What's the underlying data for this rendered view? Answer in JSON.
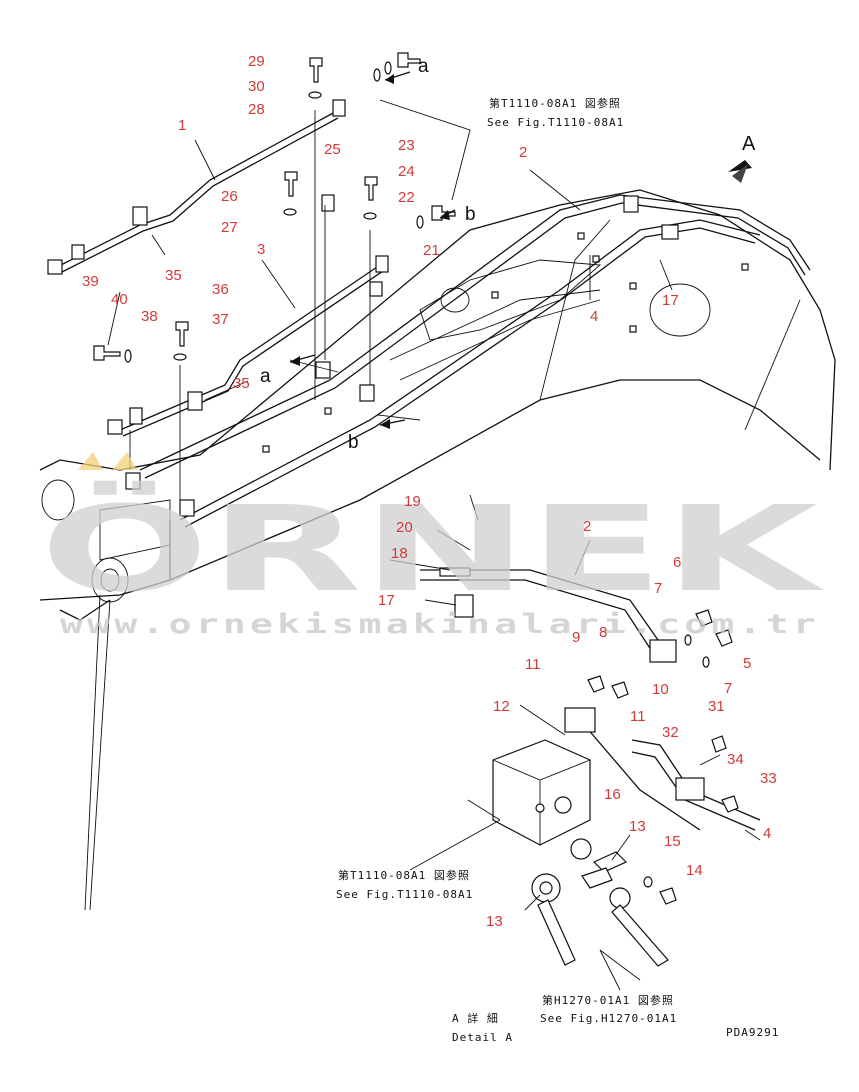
{
  "watermark": {
    "brand": "ÖRNEK",
    "url": "www.ornekismakinalari.com.tr"
  },
  "callouts": [
    {
      "id": "c29",
      "text": "29"
    },
    {
      "id": "c30",
      "text": "30"
    },
    {
      "id": "c28",
      "text": "28"
    },
    {
      "id": "c1",
      "text": "1"
    },
    {
      "id": "c25",
      "text": "25"
    },
    {
      "id": "c23",
      "text": "23"
    },
    {
      "id": "c24",
      "text": "24"
    },
    {
      "id": "c26",
      "text": "26"
    },
    {
      "id": "c22",
      "text": "22"
    },
    {
      "id": "c27",
      "text": "27"
    },
    {
      "id": "c21",
      "text": "21"
    },
    {
      "id": "c3",
      "text": "3"
    },
    {
      "id": "c35a",
      "text": "35"
    },
    {
      "id": "c39",
      "text": "39"
    },
    {
      "id": "c40",
      "text": "40"
    },
    {
      "id": "c38",
      "text": "38"
    },
    {
      "id": "c36",
      "text": "36"
    },
    {
      "id": "c37",
      "text": "37"
    },
    {
      "id": "c35b",
      "text": "35"
    },
    {
      "id": "c2a",
      "text": "2"
    },
    {
      "id": "c4a",
      "text": "4"
    },
    {
      "id": "c17a",
      "text": "17"
    },
    {
      "id": "c19",
      "text": "19"
    },
    {
      "id": "c20",
      "text": "20"
    },
    {
      "id": "c18",
      "text": "18"
    },
    {
      "id": "c17b",
      "text": "17"
    },
    {
      "id": "c2b",
      "text": "2"
    },
    {
      "id": "c6",
      "text": "6"
    },
    {
      "id": "c7a",
      "text": "7"
    },
    {
      "id": "c8",
      "text": "8"
    },
    {
      "id": "c9",
      "text": "9"
    },
    {
      "id": "c5",
      "text": "5"
    },
    {
      "id": "c7b",
      "text": "7"
    },
    {
      "id": "c11a",
      "text": "11"
    },
    {
      "id": "c10",
      "text": "10"
    },
    {
      "id": "c12",
      "text": "12"
    },
    {
      "id": "c11b",
      "text": "11"
    },
    {
      "id": "c31",
      "text": "31"
    },
    {
      "id": "c32",
      "text": "32"
    },
    {
      "id": "c34",
      "text": "34"
    },
    {
      "id": "c33",
      "text": "33"
    },
    {
      "id": "c16",
      "text": "16"
    },
    {
      "id": "c13a",
      "text": "13"
    },
    {
      "id": "c4b",
      "text": "4"
    },
    {
      "id": "c15",
      "text": "15"
    },
    {
      "id": "c14",
      "text": "14"
    },
    {
      "id": "c13b",
      "text": "13"
    }
  ],
  "letters": {
    "a1": "a",
    "b1": "b",
    "a2": "a",
    "b2": "b",
    "A": "A"
  },
  "references": {
    "t1110_top_jp": "第T1110-08A1 図参照",
    "t1110_top_en": "See Fig.T1110-08A1",
    "t1110_mid_jp": "第T1110-08A1 図参照",
    "t1110_mid_en": "See Fig.T1110-08A1",
    "h1270_jp": "第H1270-01A1 図参照",
    "h1270_en": "See Fig.H1270-01A1",
    "detail_jp": "A 詳 細",
    "detail_en": "Detail A",
    "drawing_no": "PDA9291"
  }
}
